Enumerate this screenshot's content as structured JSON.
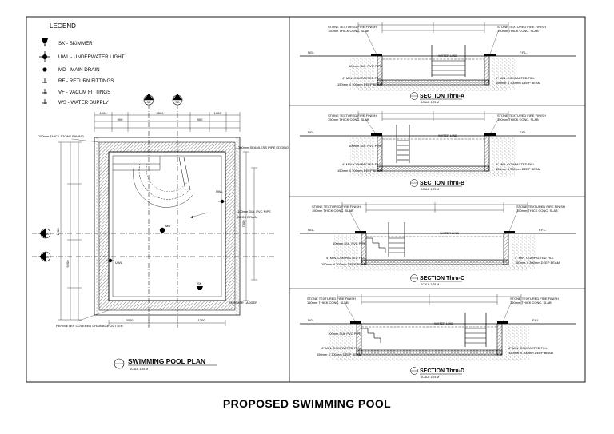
{
  "title": "PROPOSED SWIMMING POOL",
  "legend": {
    "heading": "LEGEND",
    "items": [
      {
        "icon": "skimmer-icon",
        "text": "SK - SKIMMER"
      },
      {
        "icon": "underwater-light-icon",
        "text": "UWL - UNDERWATER LIGHT"
      },
      {
        "icon": "main-drain-icon",
        "text": "MD - MAIN DRAIN"
      },
      {
        "icon": "return-fitting-icon",
        "text": "RF - RETURN FITTINGS"
      },
      {
        "icon": "vacuum-fitting-icon",
        "text": "VF - VACUM FITTINGS"
      },
      {
        "icon": "water-supply-icon",
        "text": "WS - WATER SUPPLY"
      }
    ]
  },
  "plan": {
    "title": "SWIMMING POOL PLAN",
    "scale": "SCALE 1:25 M",
    "marker_top_left": "SE",
    "marker_top_right": "SD",
    "marker_left_top": "SA",
    "marker_left_bottom": "SB",
    "notes": [
      "150mm THICK STONE PAVING",
      "300mm SEAMLESS PIPE EDGING",
      "DECK DRAIN",
      "100mm DIA. PVC PIPE",
      "PERIMETER COVERED DRAINAGE GUTTER",
      "SKIMMER LADDER",
      "UWL",
      "MD",
      "SK"
    ],
    "dims": [
      "1000",
      "3500",
      "1000",
      "900",
      "900",
      "1200",
      "9200",
      "7000",
      "3000",
      "1200",
      "2200",
      "1350"
    ]
  },
  "sections": [
    {
      "title": "SECTION Thru-A",
      "scale": "SCALE 1:75 M",
      "marker": "SA",
      "labels": [
        "STONE TEXTURED FIRE FINISH",
        "150mm THICK CONC. SLAB",
        "WATER LINE",
        "F.F.L.",
        "NGL",
        "100mm DIA. PVC PIPE",
        "4\" MIN. COMPACTED FILL",
        "150mm X 300mm DEEP BEAM"
      ]
    },
    {
      "title": "SECTION Thru-B",
      "scale": "SCALE 1:75 M",
      "marker": "SB",
      "labels": [
        "STONE TEXTURED FIRE FINISH",
        "150mm THICK CONC. SLAB",
        "WATER LINE",
        "F.F.L.",
        "NGL",
        "100mm DIA. PVC PIPE",
        "4\" MIN. COMPACTED FILL",
        "150mm X 300mm DEEP BEAM"
      ]
    },
    {
      "title": "SECTION Thru-C",
      "scale": "SCALE 1:75 M",
      "marker": "SC",
      "labels": [
        "STONE TEXTURED FIRE FINISH",
        "150mm THICK CONC. SLAB",
        "WATER LINE",
        "F.F.L.",
        "NGL",
        "100mm DIA. PVC PIPE",
        "4\" MIN. COMPACTED FILL",
        "150mm X 300mm DEEP BEAM"
      ]
    },
    {
      "title": "SECTION Thru-D",
      "scale": "SCALE 1:75 M",
      "marker": "SD",
      "labels": [
        "STONE TEXTURED FIRE FINISH",
        "150mm THICK CONC. SLAB",
        "WATER LINE",
        "F.F.L.",
        "NGL",
        "100mm DIA. PVC PIPE",
        "4\" MIN. COMPACTED FILL",
        "150mm X 300mm DEEP BEAM"
      ]
    }
  ]
}
